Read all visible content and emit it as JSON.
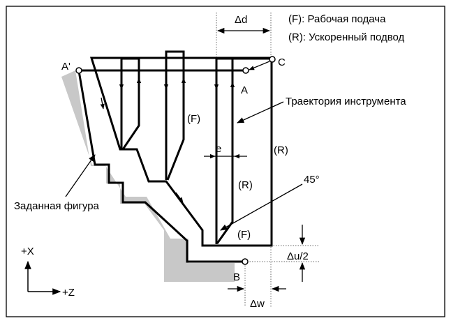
{
  "legend": {
    "feed": "(F):   Рабочая подача",
    "rapid": "(R):   Ускоренный подвод"
  },
  "labels": {
    "delta_d": "Δd",
    "point_a_prime": "A'",
    "point_a": "A",
    "point_c": "C",
    "point_b": "B",
    "tool_path": "Траектория инструмента",
    "target_shape": "Заданная фигура",
    "f_upper": "(F)",
    "f_lower": "(F)",
    "r_right": "(R)",
    "r_middle": "(R)",
    "e": "e",
    "angle": "45°",
    "delta_u2": "Δu/2",
    "delta_w": "Δw",
    "axis_x": "+X",
    "axis_z": "+Z"
  },
  "colors": {
    "line": "#000000",
    "shading": "#c8c8c8",
    "border": "#000000"
  }
}
